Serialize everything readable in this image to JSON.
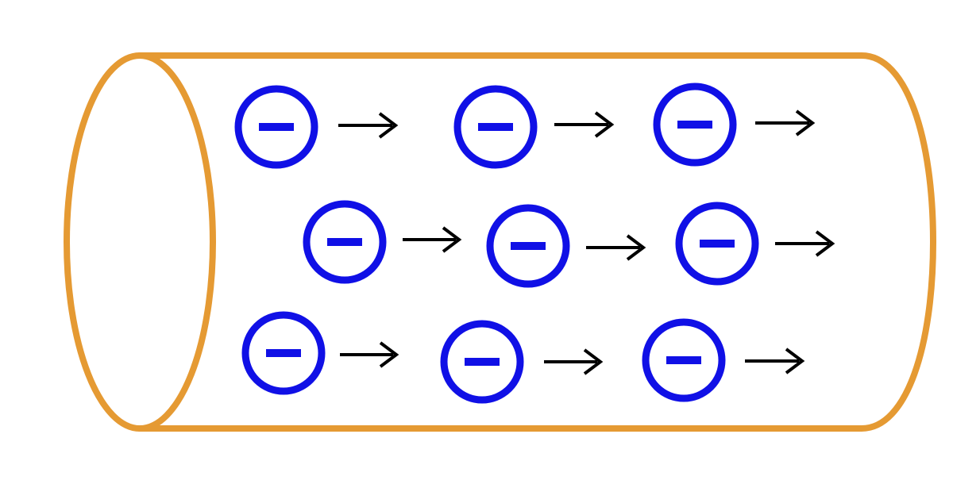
{
  "colors": {
    "background": "#ffffff",
    "conductor": "#E59A33",
    "electron": "#1010E6",
    "arrow": "#000000"
  },
  "conductor": {
    "shape": "cylinder-icon"
  },
  "electron": {
    "icon": "negative-charge-icon",
    "sign": "minus",
    "count": 9,
    "motion": "right"
  },
  "arrow": {
    "icon": "right-arrow-icon"
  }
}
